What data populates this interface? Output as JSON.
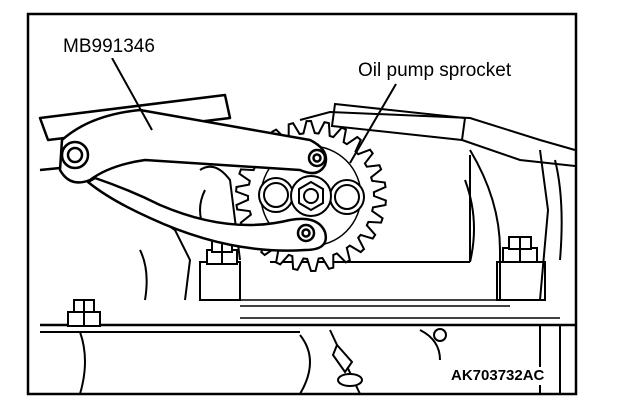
{
  "labels": {
    "tool": "MB991346",
    "sprocket": "Oil pump sprocket",
    "figure_code": "AK703732AC"
  },
  "icons": {
    "tool": "spanner-wrench-icon",
    "sprocket": "sprocket-gear-icon",
    "bolt": "hex-bolt-icon"
  },
  "colors": {
    "ink": "#000000",
    "background": "#ffffff"
  }
}
